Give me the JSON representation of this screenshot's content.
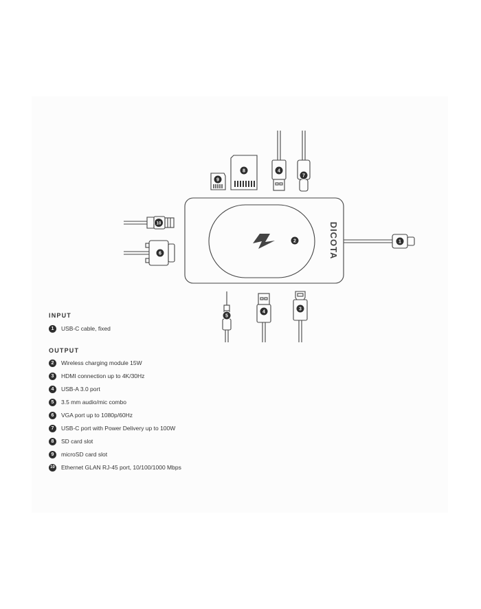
{
  "brand": "DICOTA",
  "input": {
    "title": "INPUT",
    "items": [
      {
        "num": "1",
        "text": "USB-C cable, fixed"
      }
    ]
  },
  "output": {
    "title": "OUTPUT",
    "items": [
      {
        "num": "2",
        "text": "Wireless charging module 15W"
      },
      {
        "num": "3",
        "text": "HDMI connection up to 4K/30Hz"
      },
      {
        "num": "4",
        "text": "USB-A 3.0 port"
      },
      {
        "num": "5",
        "text": "3.5 mm audio/mic combo"
      },
      {
        "num": "6",
        "text": "VGA port up to 1080p/60Hz"
      },
      {
        "num": "7",
        "text": "USB-C port with Power Delivery up to 100W"
      },
      {
        "num": "8",
        "text": "SD card slot"
      },
      {
        "num": "9",
        "text": "microSD card slot"
      },
      {
        "num": "10",
        "text": "Ethernet GLAN RJ-45 port, 10/100/1000 Mbps"
      }
    ]
  },
  "markers": {
    "m1": "1",
    "m2": "2",
    "m3": "3",
    "m4a": "4",
    "m4b": "4",
    "m5": "5",
    "m6": "6",
    "m7": "7",
    "m8": "8",
    "m9": "9",
    "m10": "10"
  },
  "colors": {
    "line": "#444444",
    "badge": "#2e2e2e",
    "background": "#fcfcfc"
  }
}
